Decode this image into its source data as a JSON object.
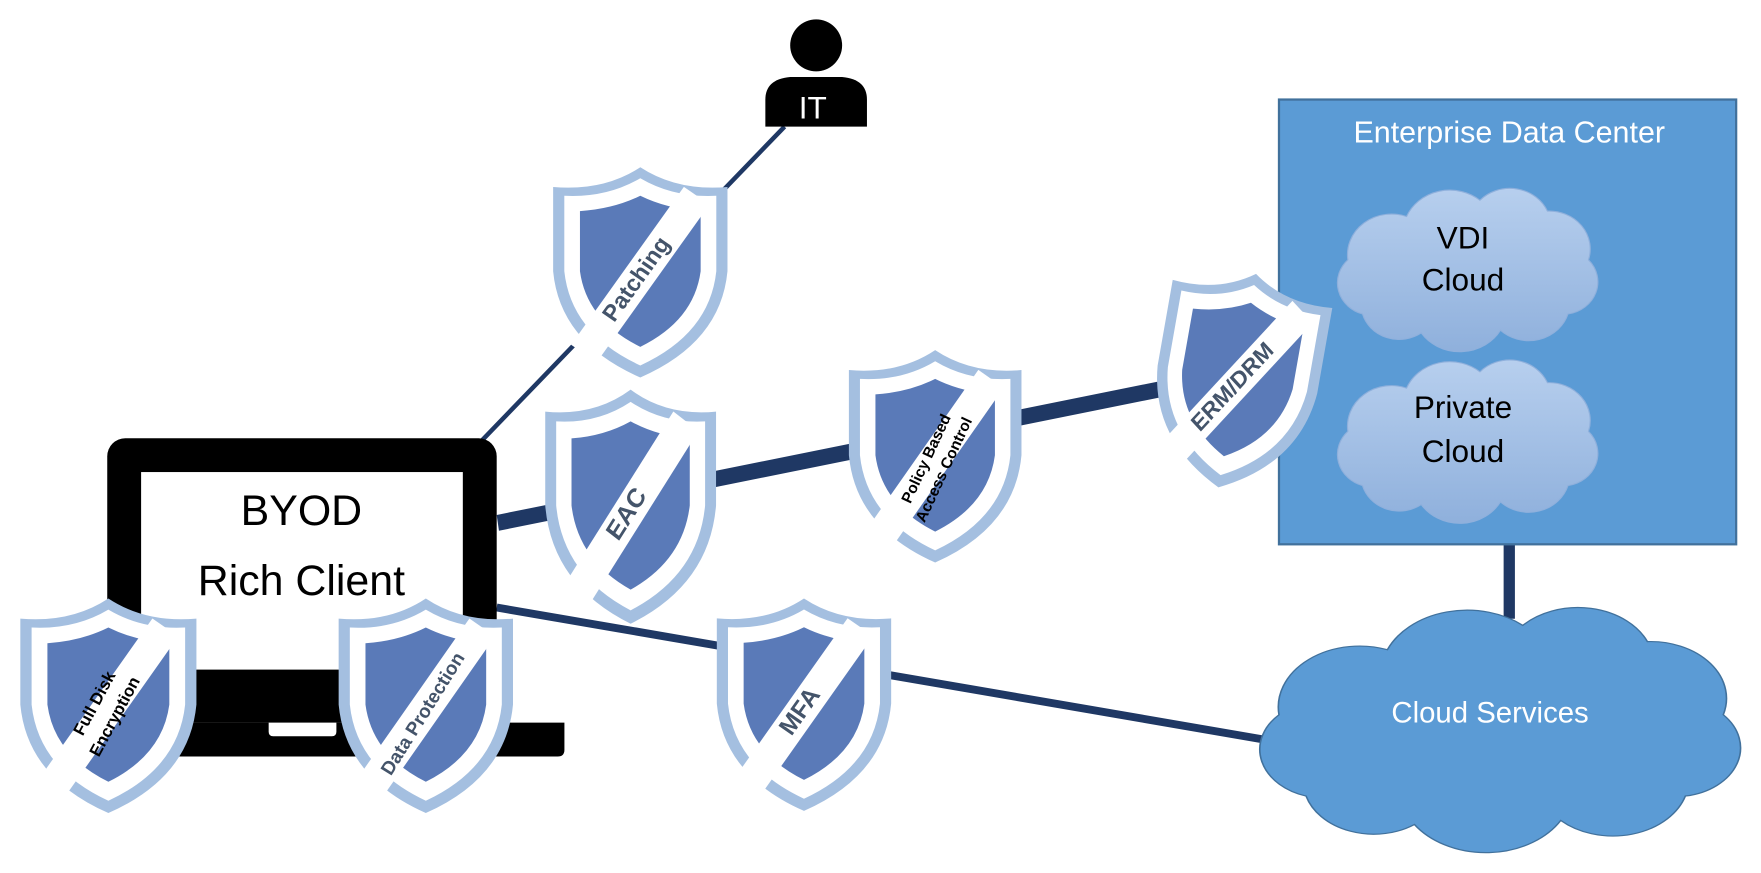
{
  "it_user": {
    "label": "IT",
    "icon": "person-icon"
  },
  "laptop": {
    "line1": "BYOD",
    "line2": "Rich Client",
    "icon": "laptop-icon"
  },
  "data_center": {
    "title": "Enterprise Data Center",
    "clouds": [
      {
        "line1": "VDI",
        "line2": "Cloud"
      },
      {
        "line1": "Private",
        "line2": "Cloud"
      }
    ]
  },
  "cloud_services": {
    "label": "Cloud Services"
  },
  "shields": {
    "patching": "Patching",
    "erm_drm": "ERM/DRM",
    "eac": "EAC",
    "pbac_line1": "Policy Based",
    "pbac_line2": "Access Control",
    "mfa": "MFA",
    "fde_line1": "Full Disk",
    "fde_line2": "Encryption",
    "data_protection": "Data Protection"
  },
  "colors": {
    "line": "#1f3864",
    "shield_outer": "#a4bfe0",
    "shield_inner": "#5a7ab8",
    "box": "#5b9bd5",
    "cloud_light": "#a9c5e8"
  }
}
